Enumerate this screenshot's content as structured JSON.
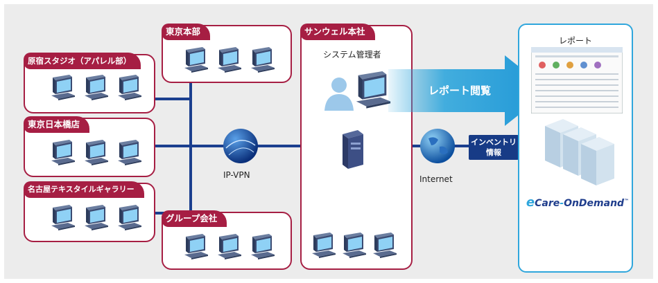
{
  "groups": {
    "tokyo_hq": "東京本部",
    "harajuku": "原宿スタジオ（アパレル部）",
    "nihonbashi": "東京日本橋店",
    "nagoya": "名古屋テキスタイルギャラリー",
    "group": "グループ会社",
    "sunwell": "サンウェル本社"
  },
  "labels": {
    "admin": "システム管理者",
    "vpn": "IP-VPN",
    "internet": "Internet",
    "report": "レポート",
    "report_view": "レポート閲覧",
    "inventory_line1": "インベントリ",
    "inventory_line2": "情報"
  },
  "brand": {
    "e": "e",
    "care": "Care",
    "dash": "-",
    "ondemand": "OnDemand",
    "tm": "™"
  },
  "colors": {
    "group_frame": "#a61e43",
    "network_line": "#1b3f8f",
    "arrow": "#2fa6dc",
    "service_frame": "#2fa6dc",
    "badge": "#173b86"
  }
}
